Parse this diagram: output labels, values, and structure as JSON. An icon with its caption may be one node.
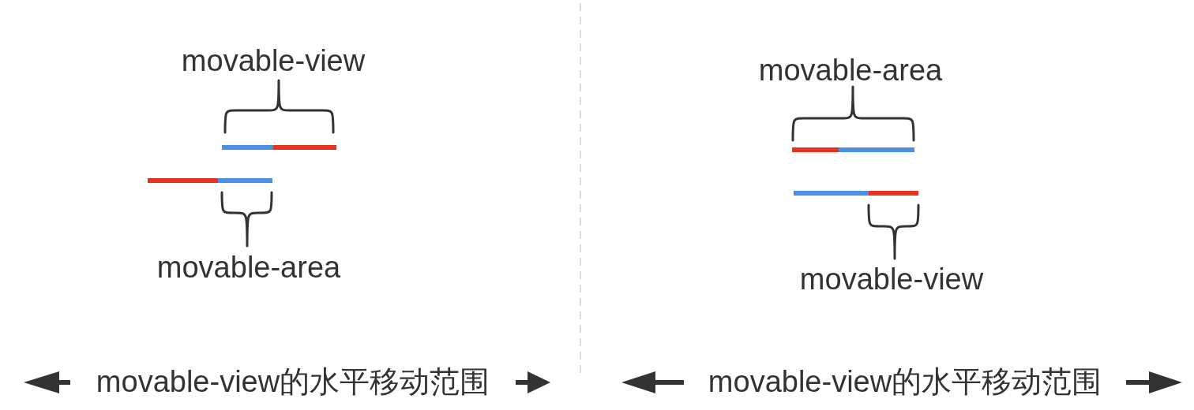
{
  "diagram": {
    "labels": [
      "movable-view",
      "movable-area",
      "movable-view的水平移动范围",
      "movable-area",
      "movable-view",
      "movable-view的水平移动范围"
    ]
  }
}
